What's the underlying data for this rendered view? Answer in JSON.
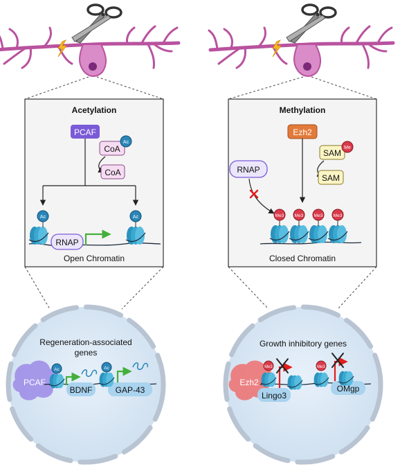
{
  "colors": {
    "neuron": "#b9529f",
    "neuron_light": "#d98cc8",
    "panel_bg": "#f4f4f4",
    "nucleus_bg": "#dbe8f5",
    "nucleus_ring": "#b8c4d2",
    "pcaf": "#7a5ad8",
    "ezh2": "#e27a3a",
    "sam_fill": "#fbf4c4",
    "coa_fill": "#f6dcf2",
    "ac_mark": "#2a86b8",
    "me3_mark": "#d93a4a",
    "nucleosome": "#3aa8d0",
    "active_arrow": "#43b03c",
    "block_arrow": "#e11d1d"
  },
  "left": {
    "title": "Acetylation",
    "enzyme": "PCAF",
    "cofactor_in": "CoA",
    "cofactor_out": "CoA",
    "mark": "Ac",
    "polymerase": "RNAP",
    "state": "Open Chromatin",
    "nucleus_title_1": "Regeneration-associated",
    "nucleus_title_2": "genes",
    "nucleus_enzyme": "PCAF",
    "gene_1": "BDNF",
    "gene_2": "GAP-43"
  },
  "right": {
    "title": "Methylation",
    "enzyme": "Ezh2",
    "cofactor_in": "SAM",
    "cofactor_out": "SAM",
    "mark": "Me",
    "mark3": "Me3",
    "polymerase": "RNAP",
    "state": "Closed Chromatin",
    "nucleus_title": "Growth inhibitory genes",
    "nucleus_enzyme": "Ezh2",
    "gene_1": "Lingo3",
    "gene_2": "OMgp"
  }
}
